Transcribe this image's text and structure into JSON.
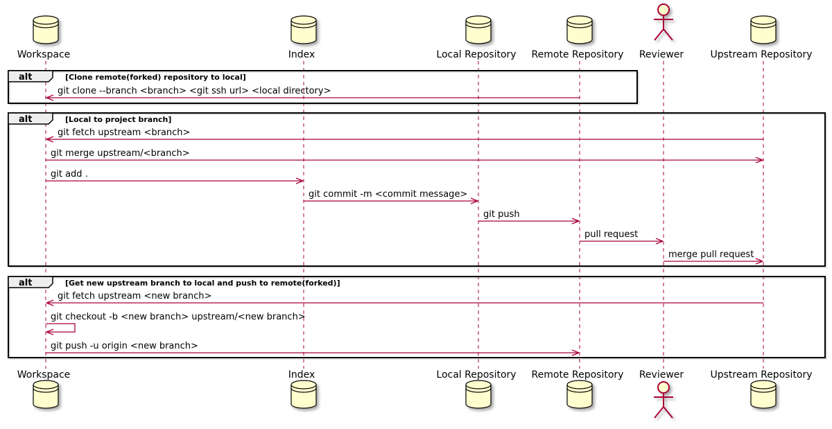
{
  "participants": [
    {
      "id": "workspace",
      "name": "Workspace",
      "kind": "database"
    },
    {
      "id": "index",
      "name": "Index",
      "kind": "database"
    },
    {
      "id": "local",
      "name": "Local Repository",
      "kind": "database"
    },
    {
      "id": "remote",
      "name": "Remote Repository",
      "kind": "database"
    },
    {
      "id": "reviewer",
      "name": "Reviewer",
      "kind": "actor"
    },
    {
      "id": "upstream",
      "name": "Upstream Repository",
      "kind": "database"
    }
  ],
  "fragments": [
    {
      "label": "alt",
      "condition": "[Clone remote(forked) repository to local]",
      "messages": [
        {
          "from": "remote",
          "to": "workspace",
          "text": "git clone --branch <branch> <git ssh url> <local directory>"
        }
      ]
    },
    {
      "label": "alt",
      "condition": "[Local to project branch]",
      "messages": [
        {
          "from": "upstream",
          "to": "workspace",
          "text": "git fetch upstream <branch>"
        },
        {
          "from": "workspace",
          "to": "upstream",
          "text": "git merge upstream/<branch>"
        },
        {
          "from": "workspace",
          "to": "index",
          "text": "git add ."
        },
        {
          "from": "index",
          "to": "local",
          "text": "git commit -m <commit message>"
        },
        {
          "from": "local",
          "to": "remote",
          "text": "git push"
        },
        {
          "from": "remote",
          "to": "reviewer",
          "text": "pull request"
        },
        {
          "from": "reviewer",
          "to": "upstream",
          "text": "merge pull request"
        }
      ]
    },
    {
      "label": "alt",
      "condition": "[Get new upstream branch to local and push to remote(forked)]",
      "messages": [
        {
          "from": "upstream",
          "to": "workspace",
          "text": "git fetch upstream <new branch>"
        },
        {
          "from": "workspace",
          "to": "workspace",
          "text": "git checkout -b <new branch> upstream/<new branch>"
        },
        {
          "from": "workspace",
          "to": "remote",
          "text": "git push -u origin <new branch>"
        }
      ]
    }
  ],
  "colors": {
    "arrow": "#A80036",
    "participant_fill": "#FEFECE",
    "participant_stroke": "#A80036",
    "frame_stroke": "#000000",
    "lifeline": "#A80036"
  }
}
